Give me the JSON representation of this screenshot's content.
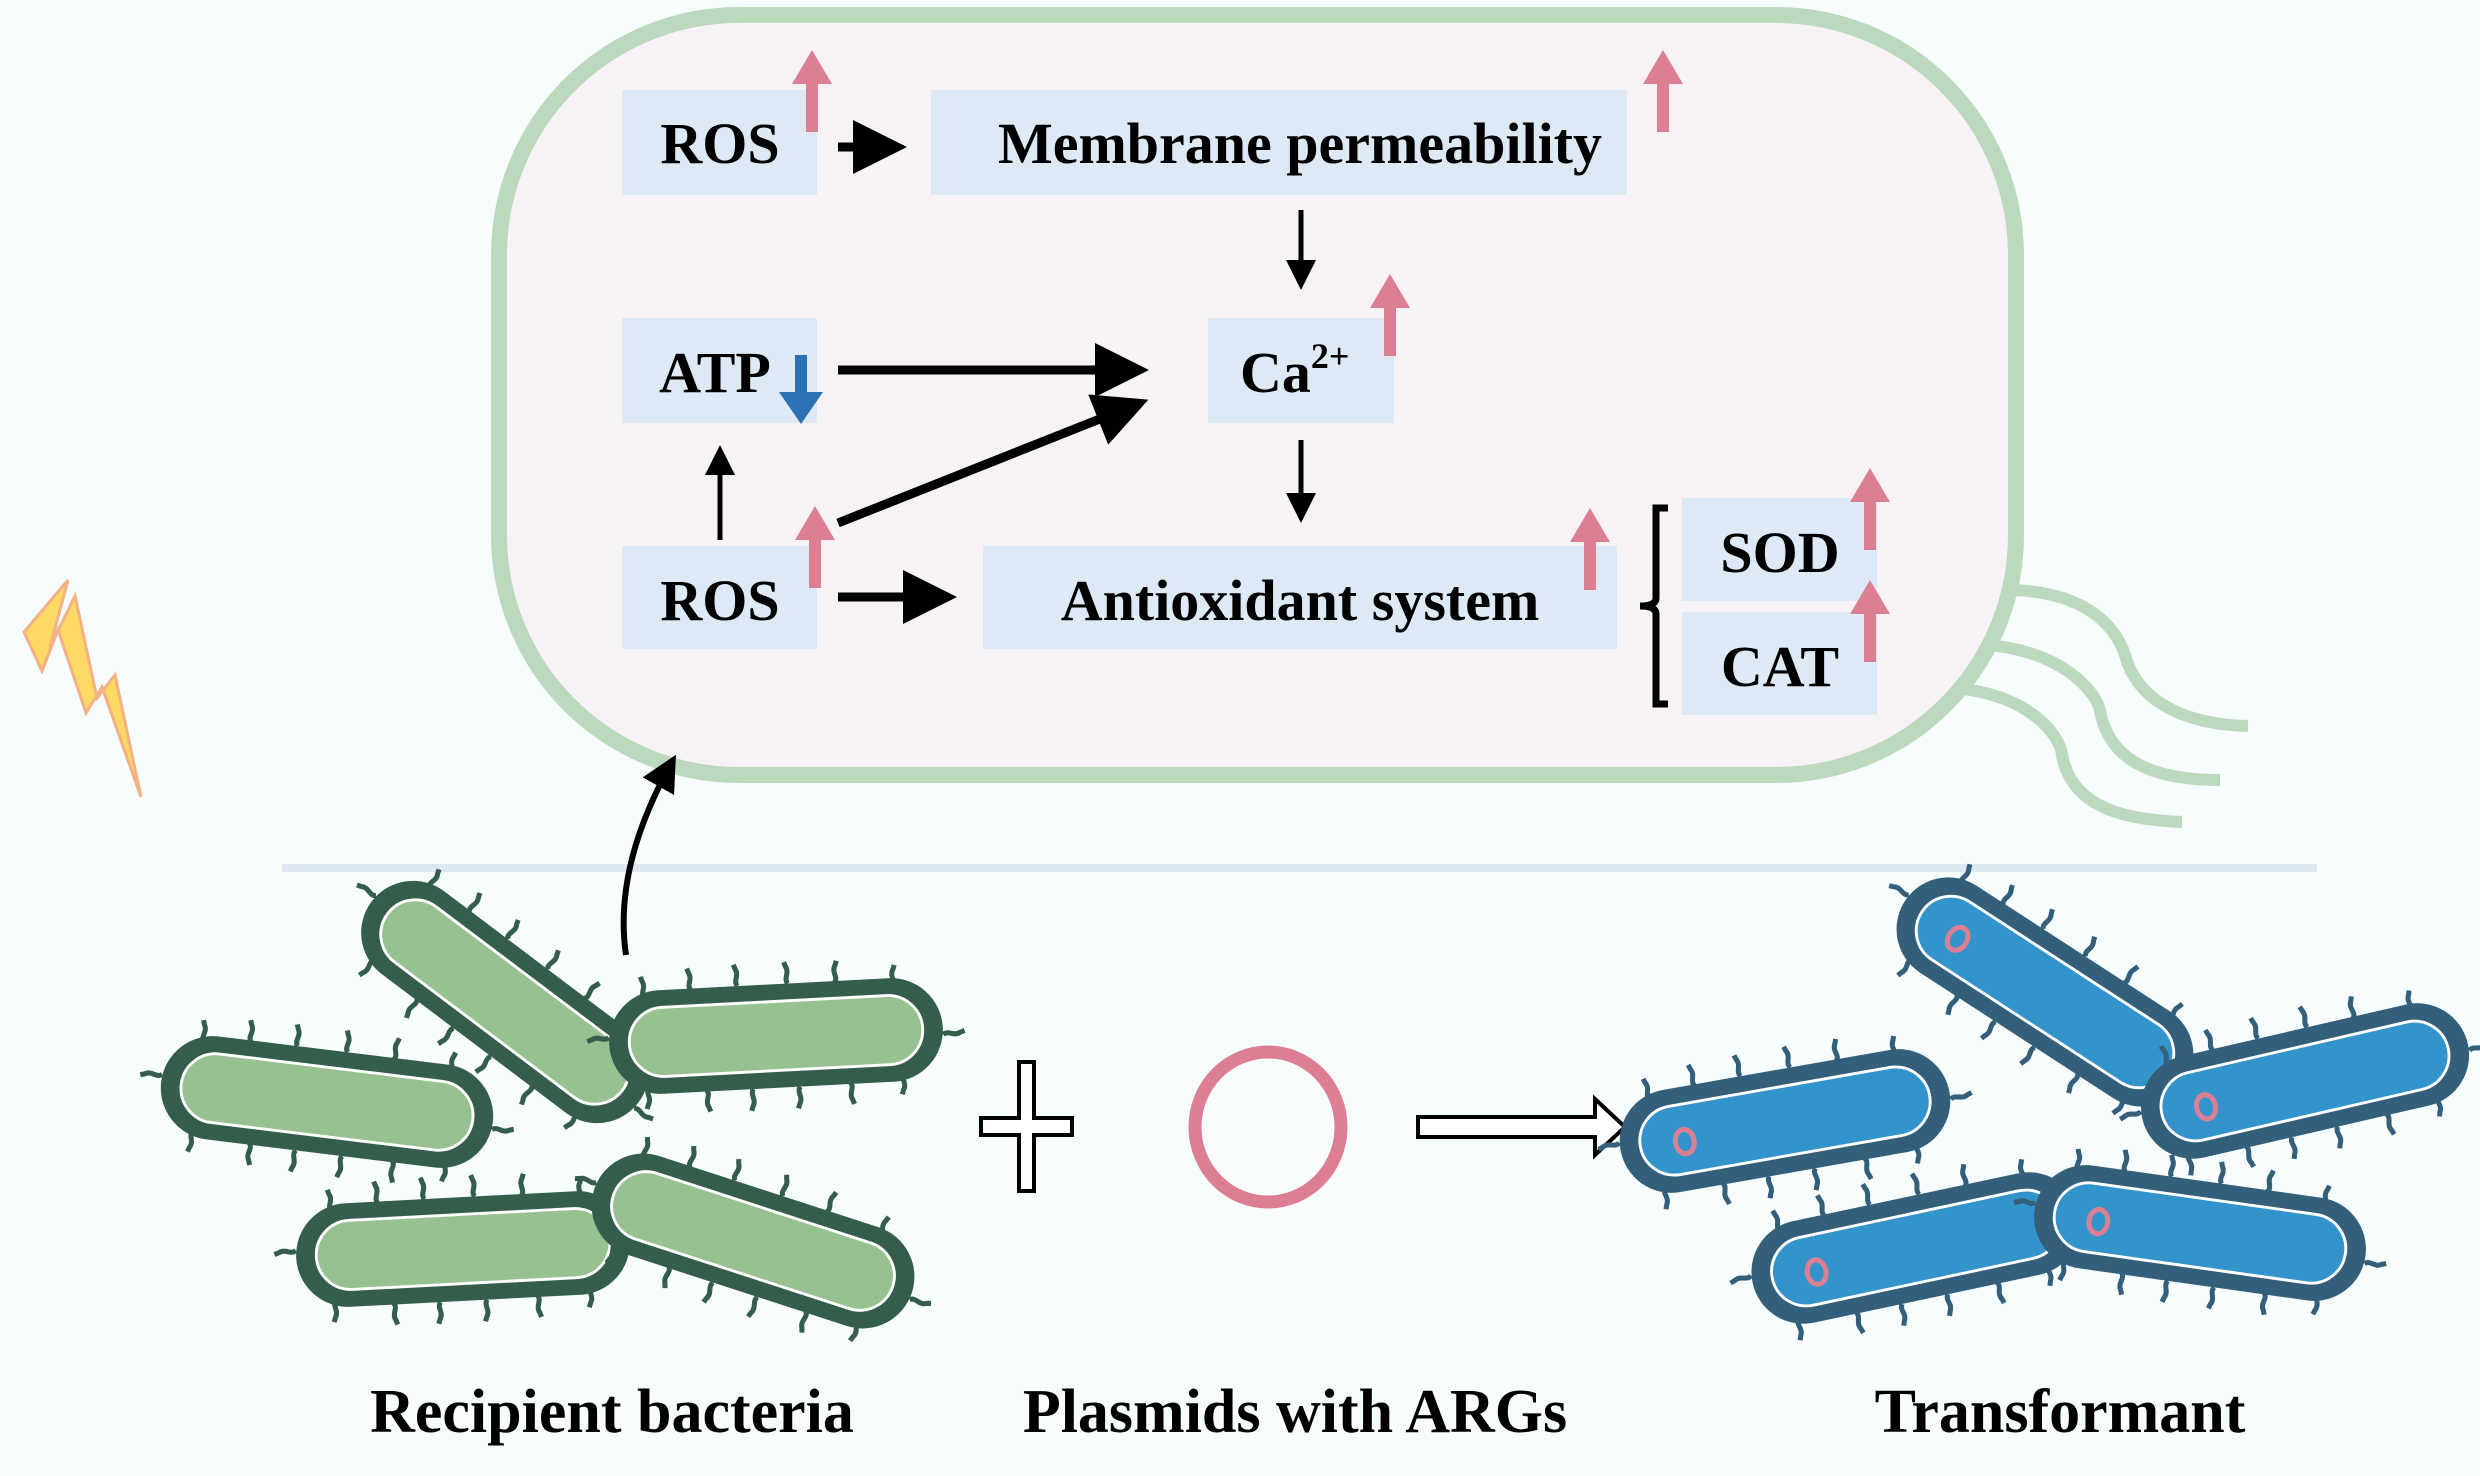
{
  "diagram": {
    "cell": {
      "nodes": {
        "ros_top": {
          "label": "ROS",
          "trend": "up"
        },
        "membrane": {
          "label": "Membrane permeability",
          "trend": "up"
        },
        "atp": {
          "label": "ATP",
          "trend": "down"
        },
        "calcium": {
          "label": "Ca",
          "superscript": "2+",
          "trend": "up"
        },
        "ros_bottom": {
          "label": "ROS",
          "trend": "up"
        },
        "antioxidant": {
          "label": "Antioxidant system",
          "trend": "up"
        },
        "sod": {
          "label": "SOD",
          "trend": "up"
        },
        "cat": {
          "label": "CAT",
          "trend": "up"
        }
      },
      "edges": [
        {
          "from": "ros_top",
          "to": "membrane"
        },
        {
          "from": "membrane",
          "to": "calcium"
        },
        {
          "from": "atp",
          "to": "calcium"
        },
        {
          "from": "ros_bottom",
          "to": "atp"
        },
        {
          "from": "ros_bottom",
          "to": "calcium"
        },
        {
          "from": "calcium",
          "to": "antioxidant"
        },
        {
          "from": "ros_bottom",
          "to": "antioxidant"
        }
      ],
      "bracket_groups": {
        "antioxidant": [
          "sod",
          "cat"
        ]
      }
    },
    "captions": {
      "recipient": "Recipient bacteria",
      "plasmids": "Plasmids with ARGs",
      "transformant": "Transformant"
    },
    "icons": {
      "stimulus": "lightning-icon",
      "plus": "plus-icon",
      "plasmid": "plasmid-ring-icon",
      "process": "hollow-arrow-right-icon",
      "up": "up-arrow-icon",
      "down": "down-arrow-icon"
    },
    "colors": {
      "background": "#f7fcfd",
      "cell_fill": "#f7f2f6",
      "cell_stroke": "#bcd8bd",
      "node_box": "#dde9f5",
      "increase_arrow": "#dd7f92",
      "decrease_arrow": "#2d71b5",
      "recipient_outer": "#345d4b",
      "recipient_inner": "#97c191",
      "transformant_outer": "#335f7b",
      "transformant_inner": "#3393cb",
      "plasmid": "#dd7f92",
      "lightning": "#ffd966"
    }
  }
}
